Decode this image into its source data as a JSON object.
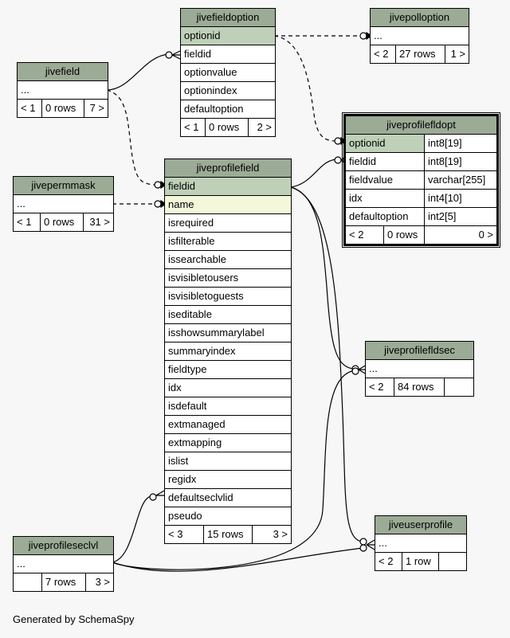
{
  "footer": {
    "generated_by": "Generated by SchemaSpy"
  },
  "tables": {
    "jivefieldoption": {
      "name": "jivefieldoption",
      "columns": [
        "optionid",
        "fieldid",
        "optionvalue",
        "optionindex",
        "defaultoption"
      ],
      "footer": [
        "< 1",
        "0 rows",
        "2 >"
      ]
    },
    "jivepolloption": {
      "name": "jivepolloption",
      "columns": [
        "..."
      ],
      "footer": [
        "< 2",
        "27 rows",
        "1 >"
      ]
    },
    "jivefield": {
      "name": "jivefield",
      "columns": [
        "..."
      ],
      "footer": [
        "< 1",
        "0 rows",
        "7 >"
      ]
    },
    "jiveprofilefldopt": {
      "name": "jiveprofilefldopt",
      "columns": [
        {
          "name": "optionid",
          "type": "int8[19]"
        },
        {
          "name": "fieldid",
          "type": "int8[19]"
        },
        {
          "name": "fieldvalue",
          "type": "varchar[255]"
        },
        {
          "name": "idx",
          "type": "int4[10]"
        },
        {
          "name": "defaultoption",
          "type": "int2[5]"
        }
      ],
      "footer": [
        "< 2",
        "0 rows",
        "0 >"
      ]
    },
    "jivepermmask": {
      "name": "jivepermmask",
      "columns": [
        "..."
      ],
      "footer": [
        "< 1",
        "0 rows",
        "31 >"
      ]
    },
    "jiveprofilefield": {
      "name": "jiveprofilefield",
      "columns": [
        "fieldid",
        "name",
        "isrequired",
        "isfilterable",
        "issearchable",
        "isvisibletousers",
        "isvisibletoguests",
        "iseditable",
        "isshowsummarylabel",
        "summaryindex",
        "fieldtype",
        "idx",
        "isdefault",
        "extmanaged",
        "extmapping",
        "islist",
        "regidx",
        "defaultseclvlid",
        "pseudo"
      ],
      "footer": [
        "< 3",
        "15 rows",
        "3 >"
      ]
    },
    "jiveprofilefldsec": {
      "name": "jiveprofilefldsec",
      "columns": [
        "..."
      ],
      "footer": [
        "< 2",
        "84 rows",
        ""
      ]
    },
    "jiveprofileseclvl": {
      "name": "jiveprofileseclvl",
      "columns": [
        "..."
      ],
      "footer": [
        "",
        "7 rows",
        "3 >"
      ]
    },
    "jiveuserprofile": {
      "name": "jiveuserprofile",
      "columns": [
        "..."
      ],
      "footer": [
        "< 2",
        "1 row",
        ""
      ]
    }
  }
}
